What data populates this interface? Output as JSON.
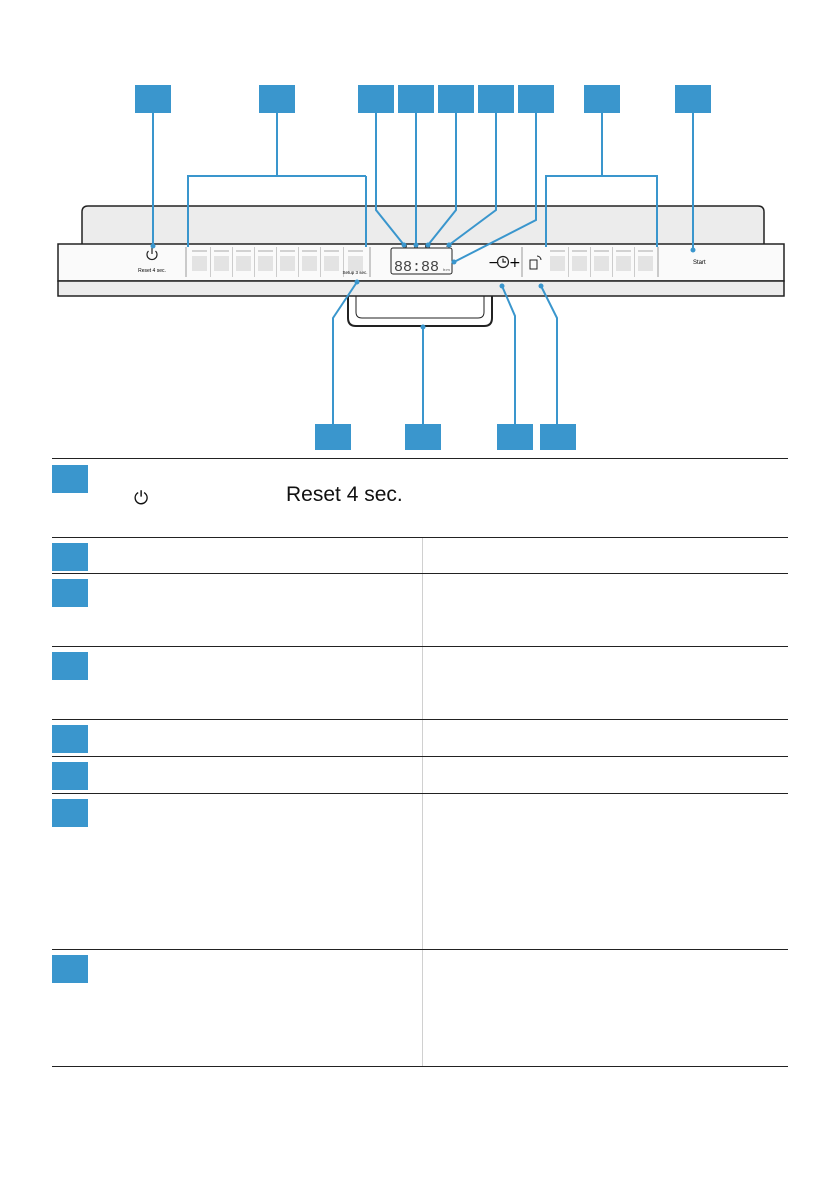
{
  "panel": {
    "reset_label": "Reset 4 sec.",
    "setup_label": "Setup 3 sec.",
    "display_digits": "88:88",
    "display_unit": "h:m",
    "time_minus": "−",
    "time_plus": "+",
    "start_label": "Start"
  },
  "legend": {
    "row1_icon": "⏻",
    "row1_text": "Reset 4 sec."
  },
  "colors": {
    "callout": "#3a96cd",
    "panel_fill": "#f0f0f0",
    "line": "#222222"
  }
}
